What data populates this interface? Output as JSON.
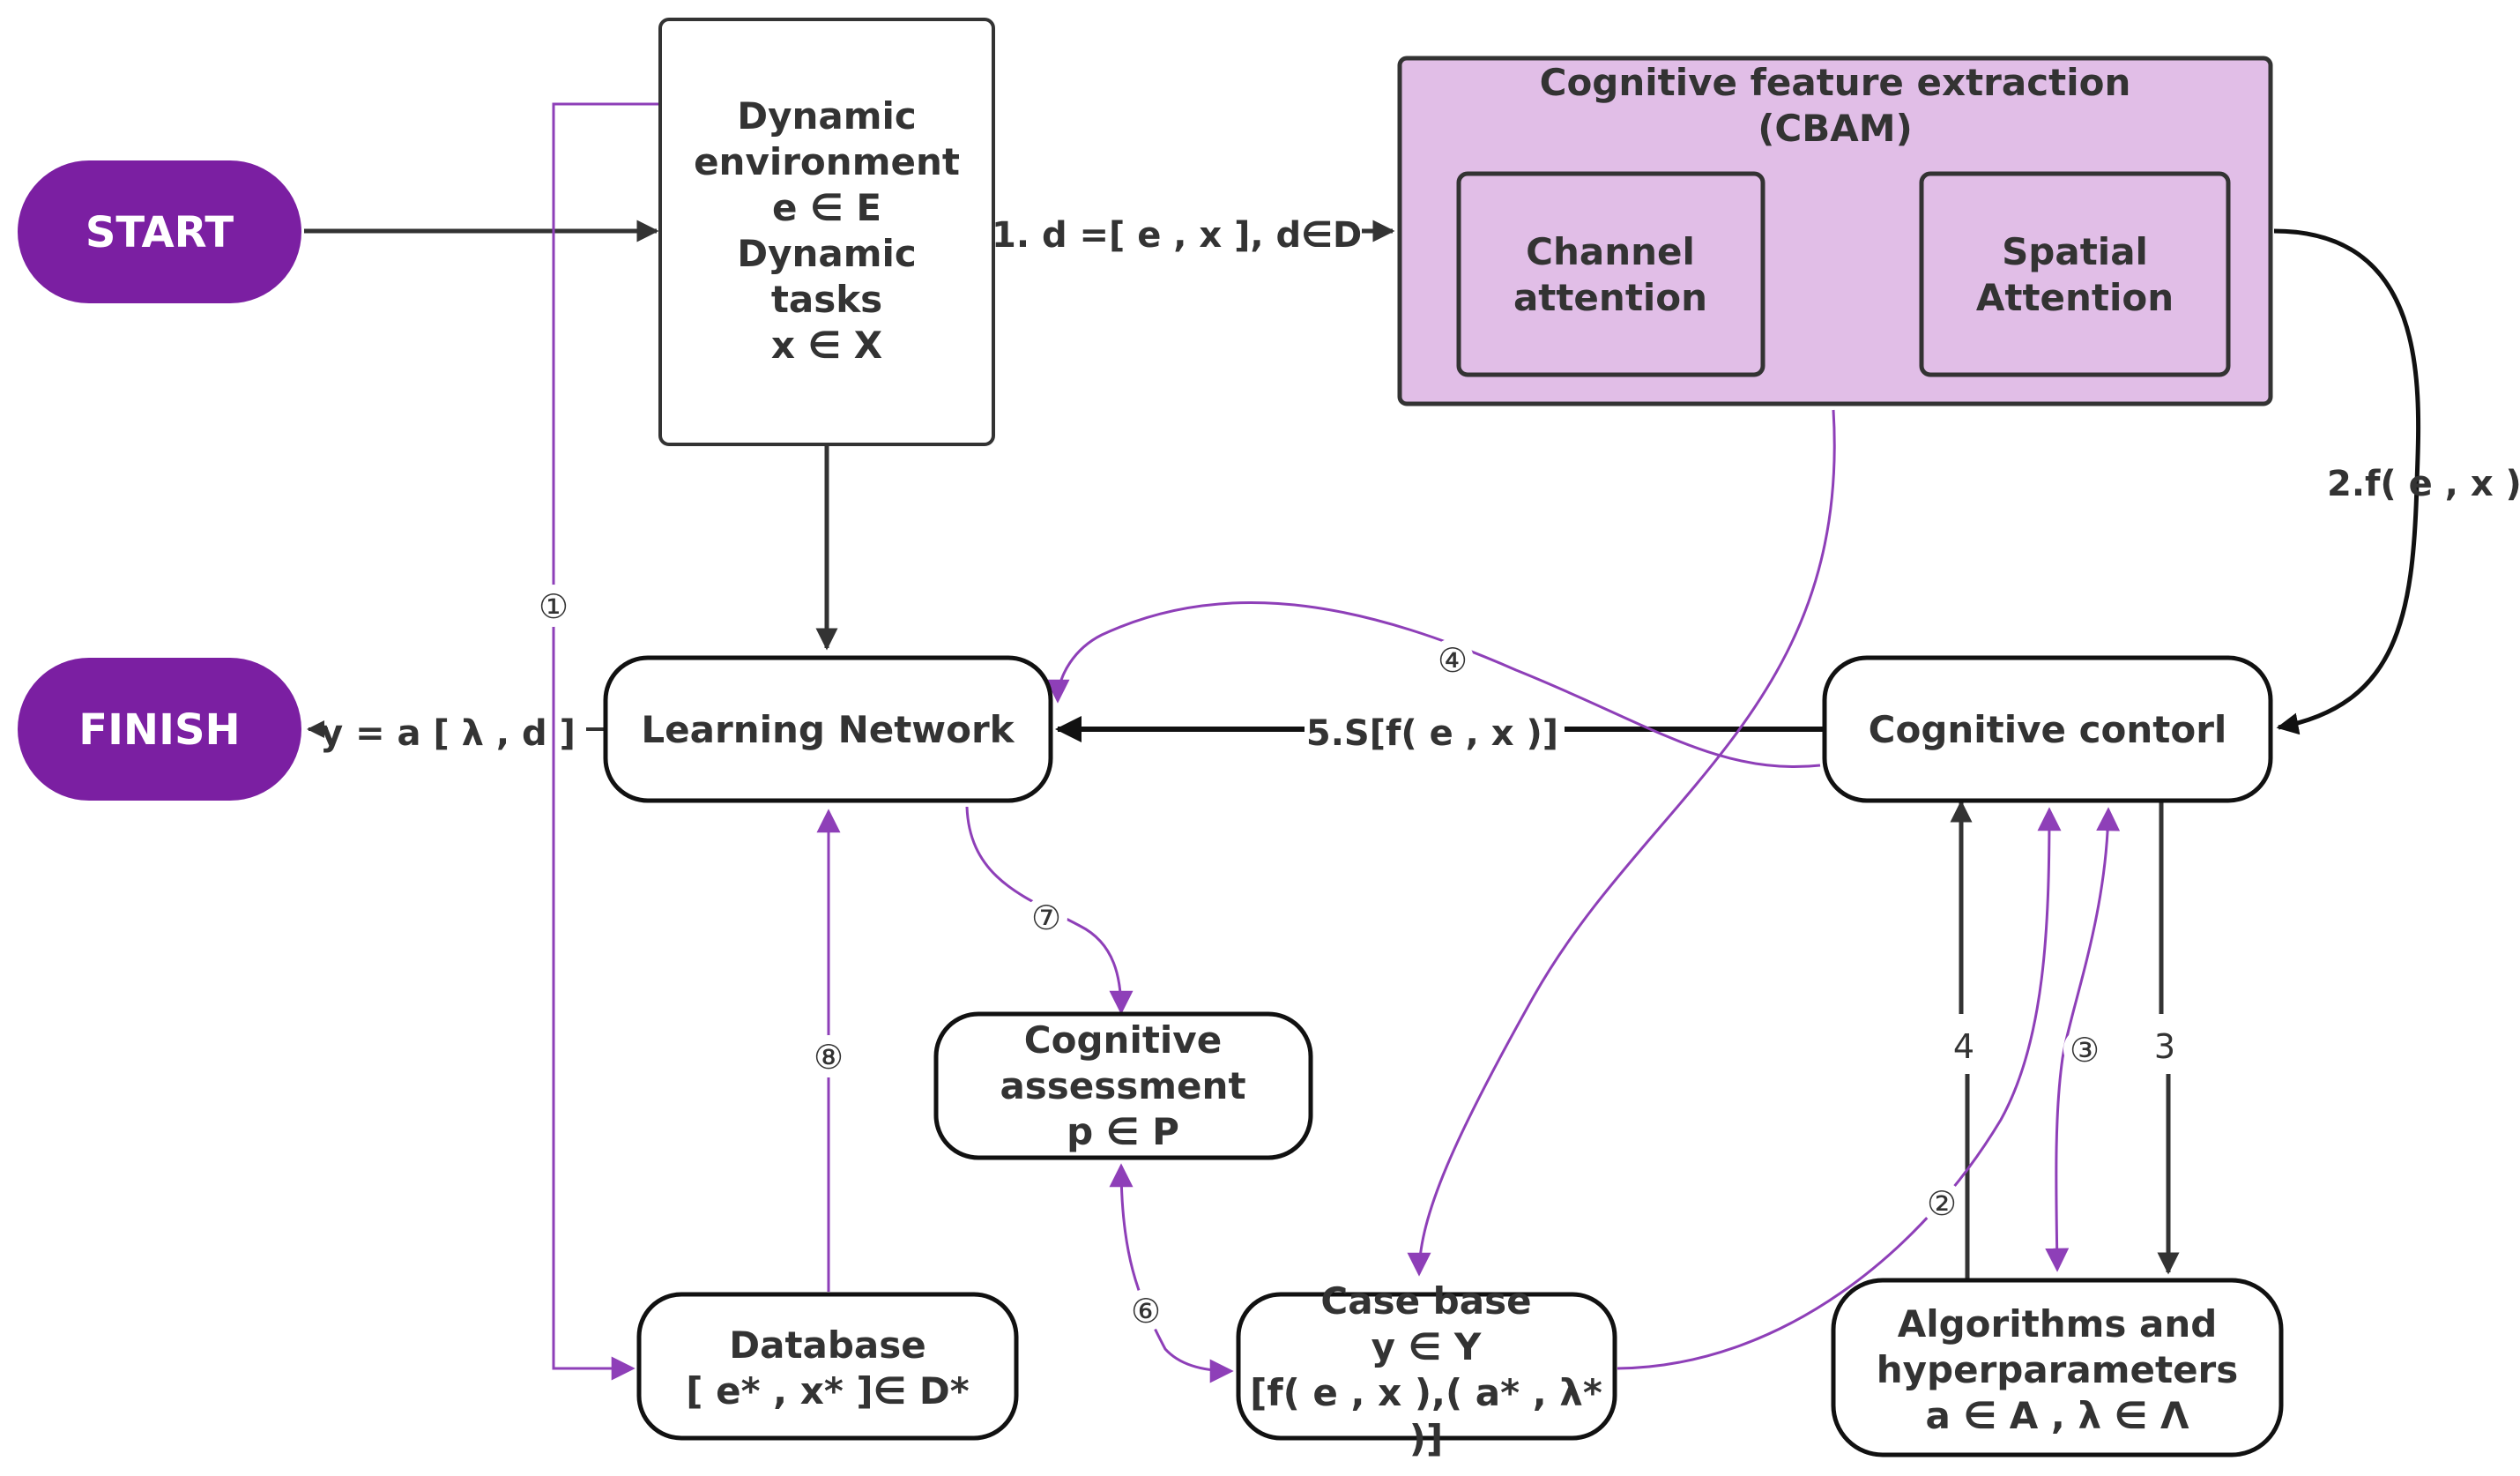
{
  "nodes": {
    "start": {
      "label": "START"
    },
    "finish": {
      "label": "FINISH"
    },
    "environment": {
      "lines": [
        "Dynamic",
        "environment",
        "e ∈ E",
        "Dynamic",
        "tasks",
        "x ∈ X"
      ]
    },
    "cbam": {
      "lines": [
        "Cognitive feature extraction",
        "(CBAM)"
      ]
    },
    "channel": {
      "lines": [
        "Channel",
        "attention"
      ]
    },
    "spatial": {
      "lines": [
        "Spatial",
        "Attention"
      ]
    },
    "learning": {
      "lines": [
        "Learning Network"
      ]
    },
    "control": {
      "lines": [
        "Cognitive contorl"
      ]
    },
    "assessment": {
      "lines": [
        "Cognitive",
        "assessment",
        "p ∈ P"
      ]
    },
    "database": {
      "lines": [
        "Database",
        "[ e* , x* ]∈ D*"
      ]
    },
    "casebase": {
      "lines": [
        "Case base",
        "y ∈ Y",
        "[f( e , x ),( a* , λ*",
        ")]"
      ]
    },
    "algorithms": {
      "lines": [
        "Algorithms and",
        "hyperparameters",
        "a ∈ A , λ ∈ Λ"
      ]
    }
  },
  "edge_labels": {
    "d": "1. d =[ e , x ], d∈D",
    "f": "2.f( e , x )",
    "s": "5.S[f( e , x )]",
    "y": "y = a [ λ , d ]",
    "four": "4",
    "three": "3"
  },
  "circled": {
    "c1": "①",
    "c2": "②",
    "c3": "③",
    "c4": "④",
    "c6": "⑥",
    "c7": "⑦",
    "c8": "⑧"
  },
  "colors": {
    "purple": "#7b1fa2",
    "purple_line": "#8e3fb8",
    "cbam_fill": "#e1bee7",
    "dark": "#333333"
  }
}
